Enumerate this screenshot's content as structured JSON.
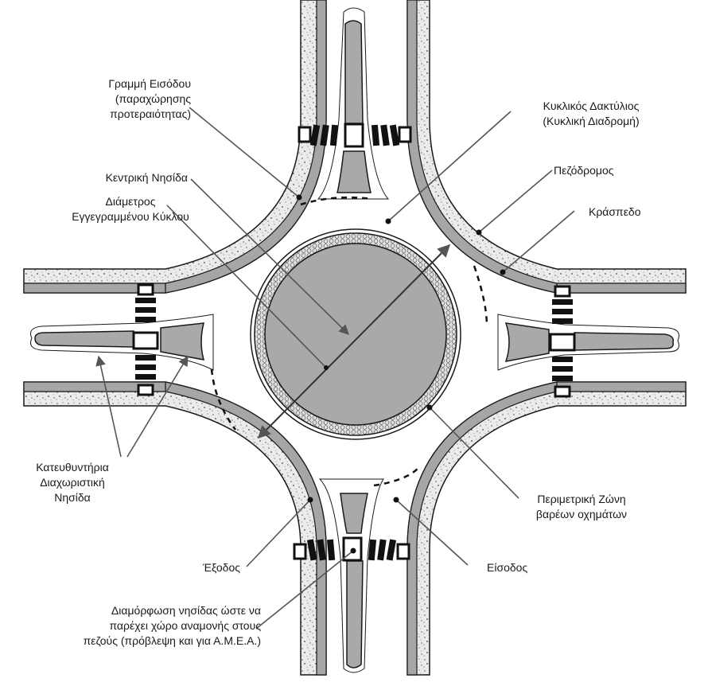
{
  "labels": {
    "entry_line": [
      "Γραμμή Εισόδου",
      "(παραχώρησης",
      "προτεραιότητας)"
    ],
    "central_island": [
      "Κεντρική Νησίδα"
    ],
    "inscribed_diameter": [
      "Διάμετρος",
      "Εγγεγραμμένου Κύκλου"
    ],
    "circulatory_roadway": [
      "Κυκλικός Δακτύλιος",
      "(Κυκλική Διαδρομή)"
    ],
    "sidewalk": [
      "Πεζόδρομος"
    ],
    "curb": [
      "Κράσπεδο"
    ],
    "splitter_island": [
      "Κατευθυντήρια",
      "Διαχωριστική",
      "Νησίδα"
    ],
    "truck_apron": [
      "Περιμετρική Ζώνη",
      "βαρέων οχημάτων"
    ],
    "exit": [
      "Έξοδος"
    ],
    "entry": [
      "Είσοδος"
    ],
    "refuge_note": [
      "Διαμόρφωση νησίδας ώστε να",
      "παρέχει χώρο αναμονής στους",
      "πεζούς (πρόβλεψη και για Α.Μ.Ε.Α.)"
    ]
  },
  "colors": {
    "sidewalk_fill": "#e8e8e8",
    "curb_fill": "#a6a6a6",
    "island_fill": "#a9a9a9",
    "apron_fill": "#d8d8d8",
    "line": "#1a1a1a",
    "road": "#ffffff"
  }
}
